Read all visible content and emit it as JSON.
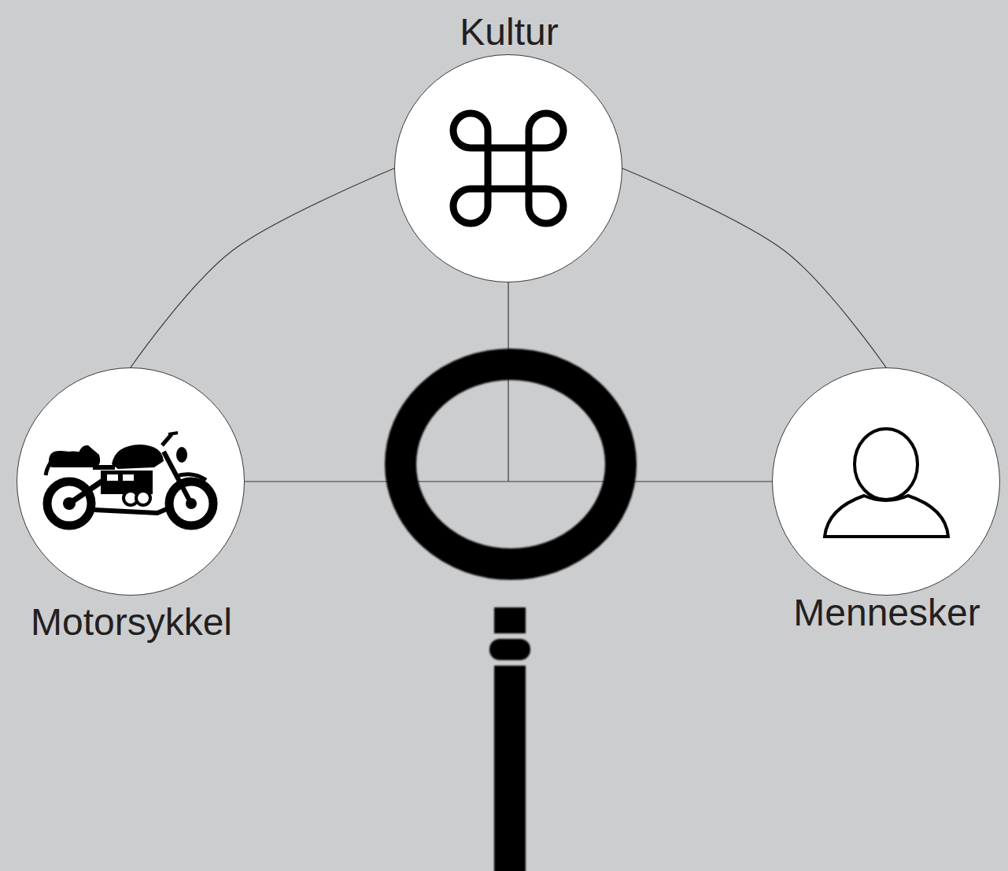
{
  "diagram": {
    "nodes": [
      {
        "text": [
          "Kultur"
        ]
      },
      {
        "text": [
          "Motorsykkel"
        ]
      },
      {
        "text": [
          "Mennesker"
        ]
      }
    ],
    "edges": [
      {
        "from": 1,
        "to": 0,
        "arrow": "none"
      },
      {
        "from": 0,
        "to": 2,
        "arrow": "none"
      },
      {
        "from": 1,
        "to": 2,
        "arrow": "none"
      }
    ]
  }
}
